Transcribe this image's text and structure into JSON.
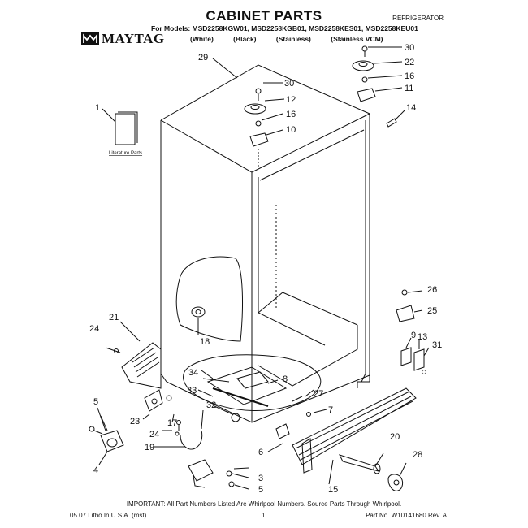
{
  "header": {
    "title": "CABINET PARTS",
    "category": "REFRIGERATOR",
    "models_line": "For Models: MSD2258KGW01, MSD2258KGB01, MSD2258KES01, MSD2258KEU01",
    "variants": [
      "(White)",
      "(Black)",
      "(Stainless)",
      "(Stainless VCM)"
    ],
    "brand": "MAYTAG"
  },
  "literature_label": "Literature Parts",
  "callouts": {
    "c1": "1",
    "c3": "3",
    "c4": "4",
    "c5a": "5",
    "c5b": "5",
    "c6": "6",
    "c7": "7",
    "c8": "8",
    "c10": "10",
    "c11": "11",
    "c12": "12",
    "c13": "13",
    "c14": "14",
    "c15": "15",
    "c16a": "16",
    "c16b": "16",
    "c17": "17",
    "c18": "18",
    "c19": "19",
    "c20": "20",
    "c21": "21",
    "c22": "22",
    "c23": "23",
    "c24a": "24",
    "c24b": "24",
    "c25": "25",
    "c26": "26",
    "c27": "27",
    "c28": "28",
    "c29": "29",
    "c30a": "30",
    "c30b": "30",
    "c31": "31",
    "c32": "32",
    "c33": "33",
    "c34": "34",
    "c9": "9"
  },
  "footer": {
    "note": "IMPORTANT: All Part Numbers Listed Are Whirlpool Numbers. Source Parts Through Whirlpool.",
    "date": "05 07 Litho In U.S.A. (mst)",
    "page": "1",
    "part_no": "Part No. W10141680 Rev. A"
  }
}
